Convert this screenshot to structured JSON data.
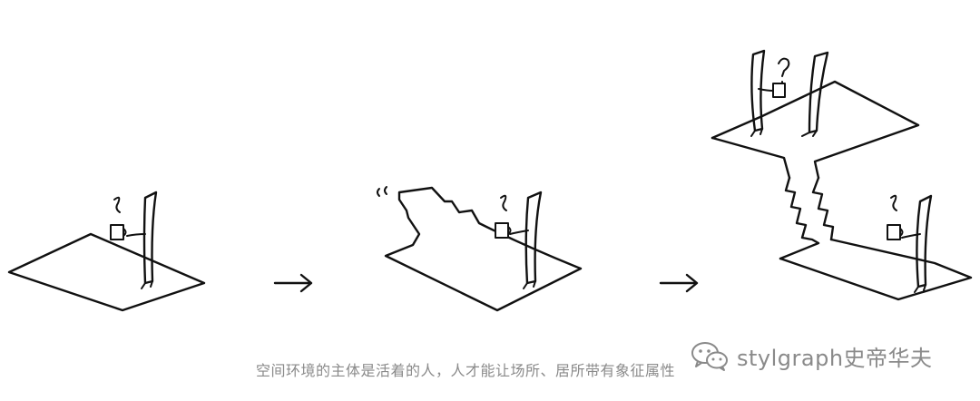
{
  "caption": "空间环境的主体是活着的人，人才能让场所、居所带有象征属性",
  "watermark": {
    "text": "stylgraph史帝华夫",
    "icon": "wechat-icon"
  },
  "panels": [
    {
      "name": "panel-1",
      "figures": [
        "figure-thinking"
      ]
    },
    {
      "name": "panel-2",
      "figures": [
        "figure-thinking"
      ]
    },
    {
      "name": "panel-3",
      "figures": [
        "figure-questioning",
        "figure-partner",
        "figure-thinking"
      ]
    }
  ],
  "colors": {
    "ink": "#111111",
    "text": "#8a8a8a",
    "background": "#ffffff"
  }
}
